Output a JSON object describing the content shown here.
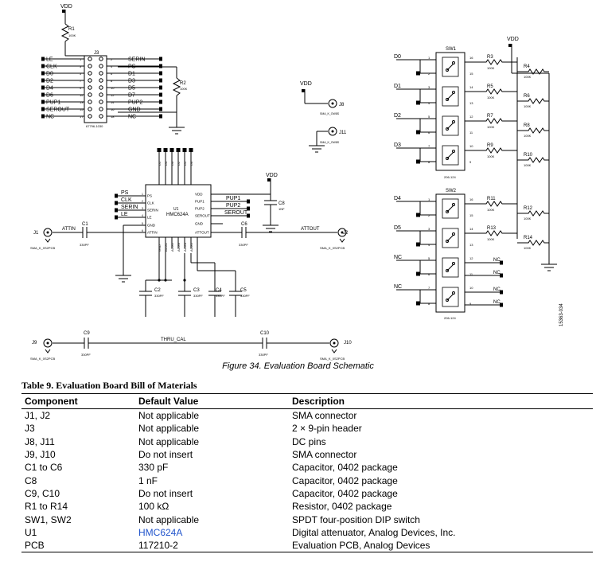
{
  "figure": {
    "caption": "Figure 34. Evaluation Board Schematic",
    "doc_id": "15363-034",
    "nets": {
      "vdd": "VDD",
      "attin": "ATTIN",
      "attout": "ATTOUT",
      "thru_cal": "THRU_CAL"
    },
    "connectors": {
      "j1": "J1",
      "j2": "J2",
      "j8": "J8",
      "j9": "J9",
      "j10": "J10",
      "j11": "J11",
      "j3": "J3",
      "sma_label": "SMA_K_0S2PCB",
      "dc_label": "SMA_K_OW8S",
      "header_part": "67796-1030"
    },
    "header_left_pins": [
      "LE",
      "CLK",
      "D0",
      "D2",
      "D4",
      "D6",
      "PUP1",
      "SEROUT",
      "NC"
    ],
    "header_left_nums": [
      "1",
      "3",
      "5",
      "7",
      "9",
      "11",
      "13",
      "15",
      "17"
    ],
    "header_right_pins": [
      "SERIN",
      "PS",
      "D1",
      "D3",
      "D5",
      "D7",
      "PUP2",
      "GND",
      "NC"
    ],
    "header_right_nums": [
      "2",
      "4",
      "6",
      "8",
      "10",
      "12",
      "14",
      "16",
      "18"
    ],
    "resistors": {
      "r1": "R1",
      "r2": "R2",
      "value": "100K",
      "sw_side": [
        "R3",
        "R5",
        "R7",
        "R9",
        "R11",
        "R13"
      ],
      "vdd_side": [
        "R4",
        "R6",
        "R8",
        "R10",
        "R12",
        "R14"
      ]
    },
    "capacitors": {
      "c1": "C1",
      "c2": "C2",
      "c3": "C3",
      "c4": "C4",
      "c5": "C5",
      "c6": "C6",
      "c8": "C8",
      "c9": "C9",
      "c10": "C10",
      "val_330": "330PF",
      "val_1n": "1NF"
    },
    "chip": {
      "ref": "U1",
      "name": "HMC624A",
      "left_pins": [
        "PS",
        "CLK",
        "SERIN",
        "LE",
        "GND",
        "ATTIN"
      ],
      "left_nums": [
        "1",
        "2",
        "3",
        "4",
        "5",
        "6"
      ],
      "right_pins": [
        "VDD",
        "PUP1",
        "PUP2",
        "SEROUT",
        "GND",
        "ATTOUT"
      ],
      "top_pins": [
        "D5",
        "D4",
        "D3",
        "D2",
        "D1",
        "D0"
      ],
      "bottom_pins": [
        "GND",
        "ACG1",
        "ACG2",
        "ACG3",
        "ACG4",
        "ACG5"
      ],
      "pin_labels": {
        "ps": "PS",
        "clk": "CLK",
        "serin": "SERIN",
        "le": "LE",
        "pup1": "PUP1",
        "pup2": "PUP2",
        "serout": "SEROUT"
      }
    },
    "switches": {
      "sw1": "SW1",
      "sw2": "SW2",
      "part": "206-124",
      "sw1_inputs": [
        "D0",
        "D1",
        "D2",
        "D3"
      ],
      "sw2_inputs": [
        "D4",
        "D5",
        "NC",
        "NC"
      ],
      "nc": "NC",
      "nums_left": [
        "1",
        "2",
        "3",
        "4",
        "5",
        "6",
        "7",
        "8"
      ],
      "nums_right": [
        "16",
        "15",
        "14",
        "13",
        "12",
        "11",
        "10",
        "9"
      ]
    }
  },
  "table": {
    "title": "Table 9. Evaluation Board Bill of Materials",
    "headers": [
      "Component",
      "Default Value",
      "Description"
    ],
    "rows": [
      [
        "J1, J2",
        "Not applicable",
        "SMA connector"
      ],
      [
        "J3",
        "Not applicable",
        "2 × 9-pin header"
      ],
      [
        "J8, J11",
        "Not applicable",
        "DC pins"
      ],
      [
        "J9, J10",
        "Do not insert",
        "SMA connector"
      ],
      [
        "C1 to C6",
        "330 pF",
        "Capacitor, 0402 package"
      ],
      [
        "C8",
        "1 nF",
        "Capacitor, 0402 package"
      ],
      [
        "C9, C10",
        "Do not insert",
        "Capacitor, 0402 package"
      ],
      [
        "R1 to R14",
        "100 kΩ",
        "Resistor, 0402 package"
      ],
      [
        "SW1, SW2",
        "Not applicable",
        "SPDT four-position DIP switch"
      ],
      [
        "U1",
        "HMC624A",
        "Digital attenuator, Analog Devices, Inc."
      ],
      [
        "PCB",
        "117210-2",
        "Evaluation PCB, Analog Devices"
      ]
    ],
    "link_color": "#2255cc"
  }
}
